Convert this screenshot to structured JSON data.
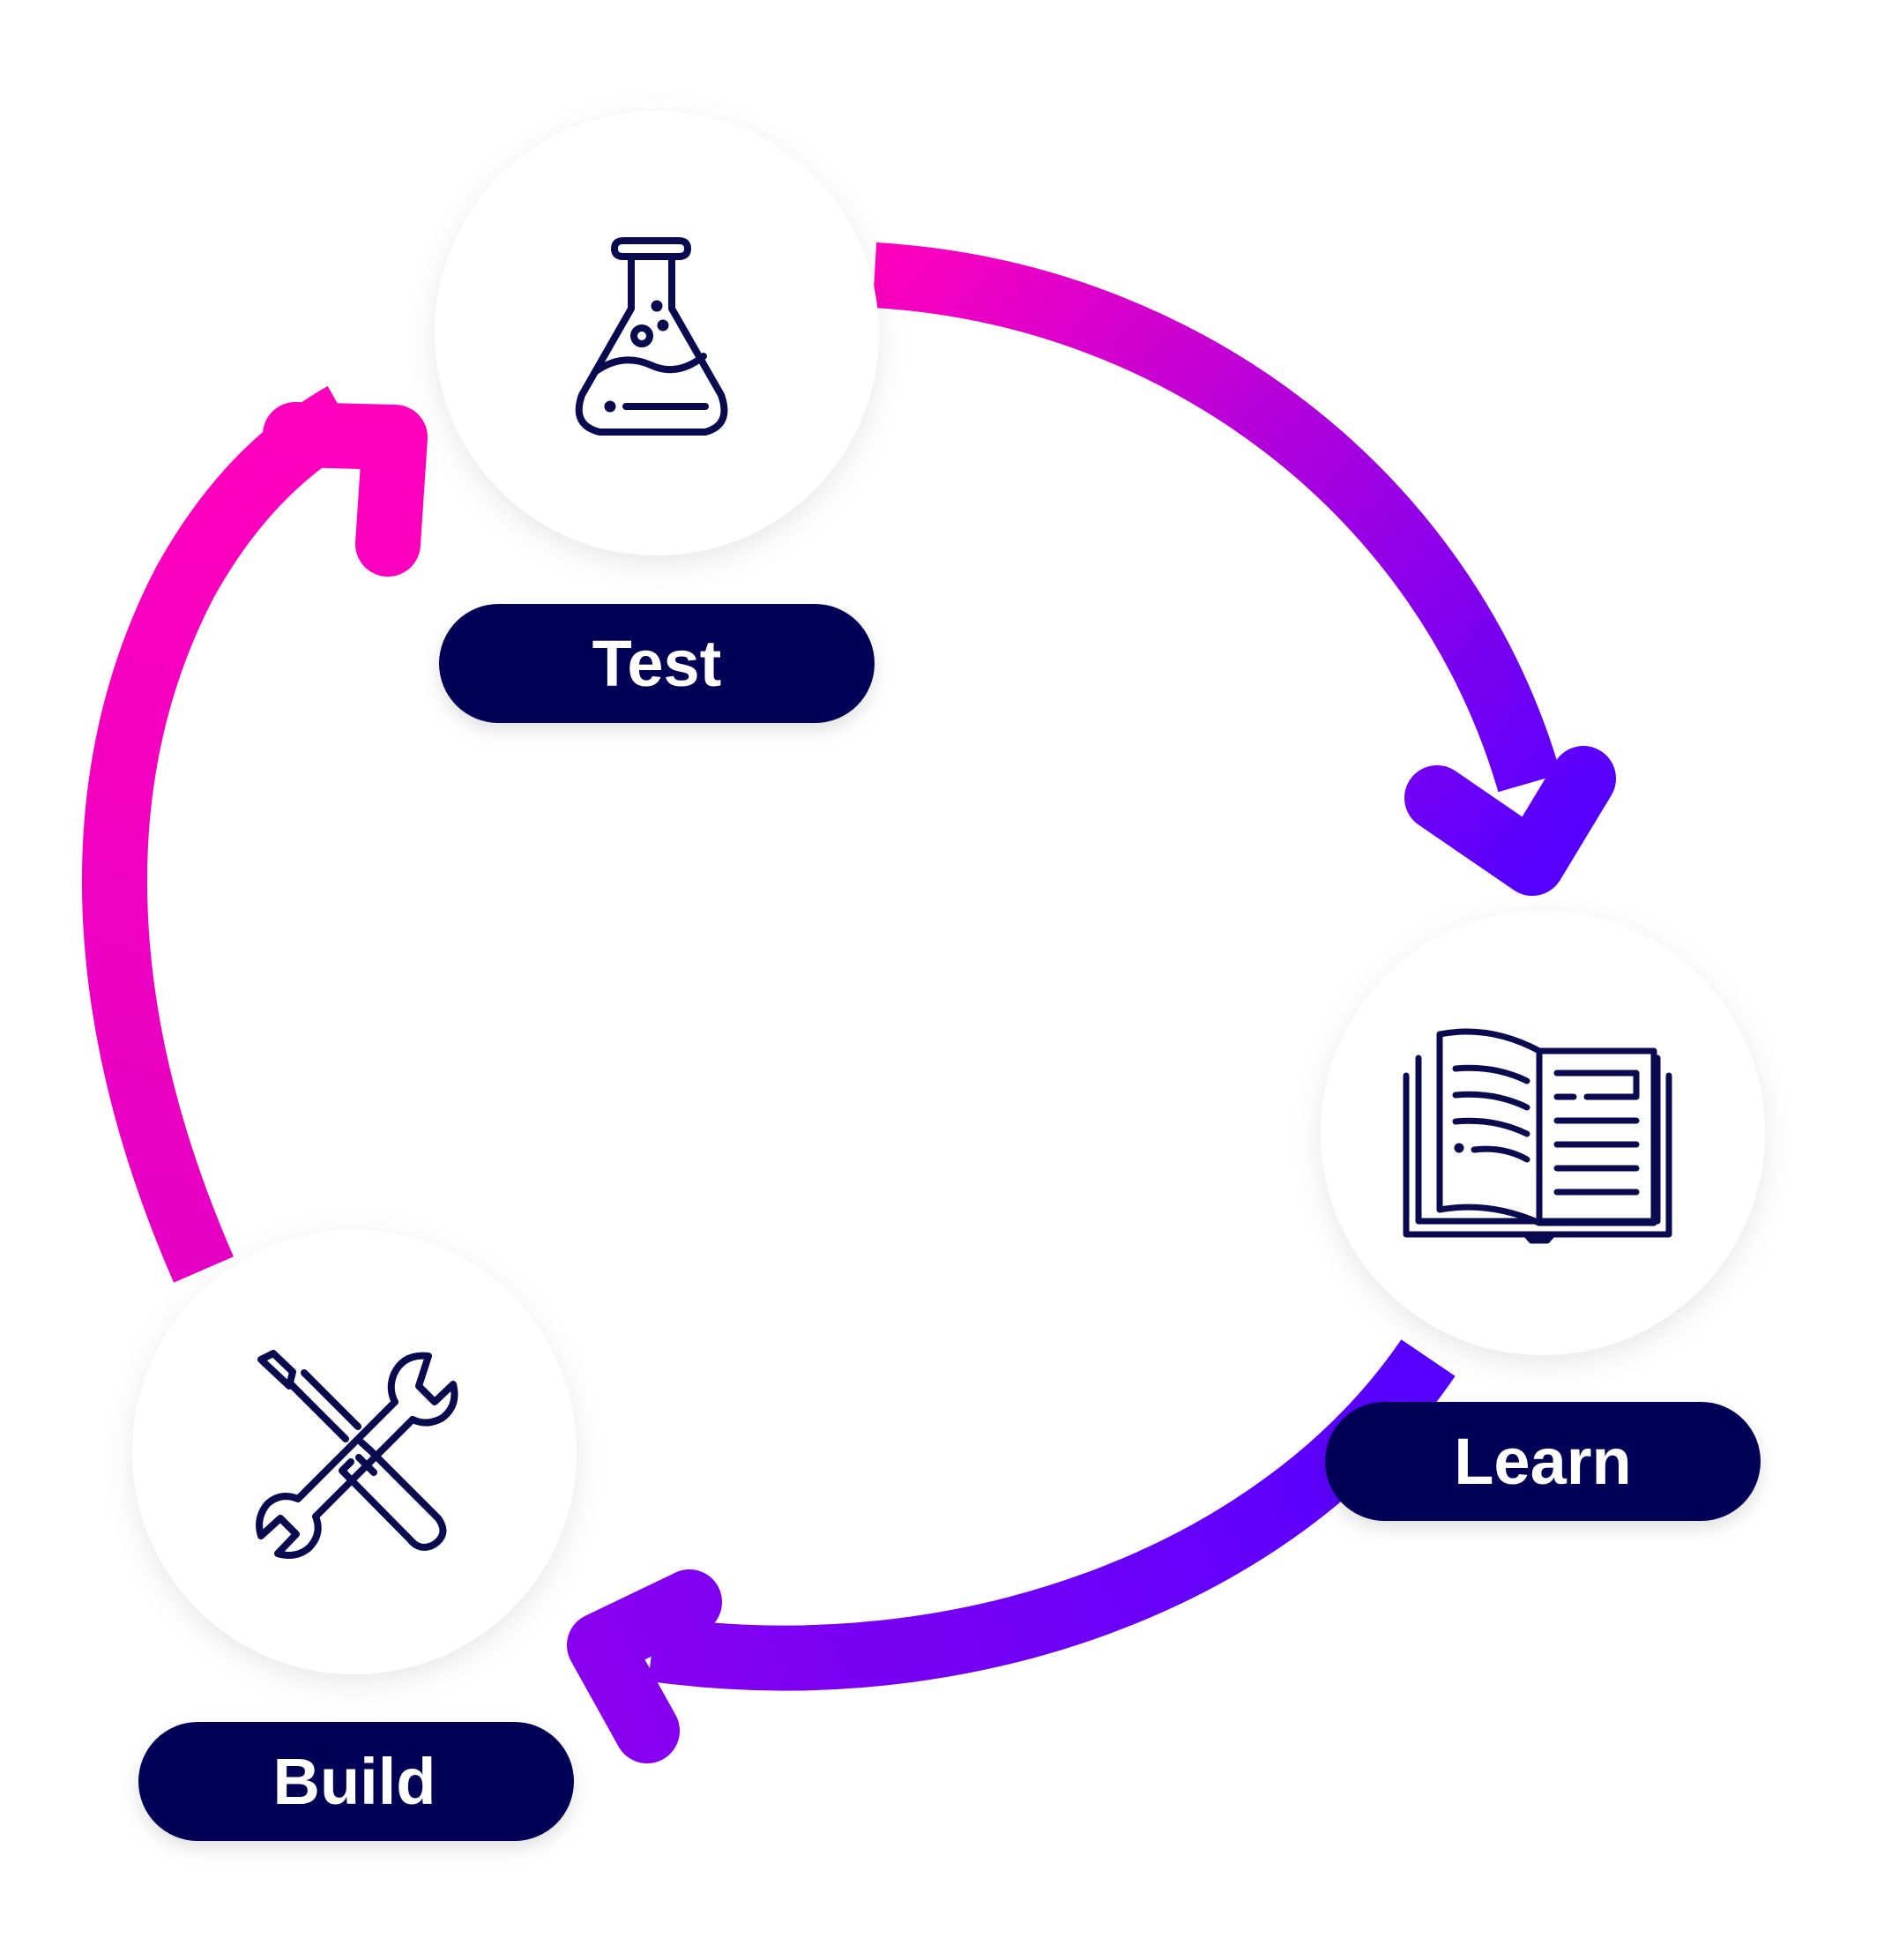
{
  "colors": {
    "background": "#ffffff",
    "circle_fill": "#ffffff",
    "label_pill": "#050556",
    "label_text": "#ffffff",
    "icon_stroke": "#0a0a50",
    "gradient_pink": "#ff00bd",
    "gradient_violet": "#5500ff"
  },
  "stages": {
    "test": {
      "label": "Test",
      "icon": "flask-icon"
    },
    "learn": {
      "label": "Learn",
      "icon": "open-book-icon"
    },
    "build": {
      "label": "Build",
      "icon": "tools-icon"
    }
  },
  "arrows": [
    {
      "from": "test",
      "to": "learn"
    },
    {
      "from": "learn",
      "to": "build"
    },
    {
      "from": "build",
      "to": "test"
    }
  ]
}
